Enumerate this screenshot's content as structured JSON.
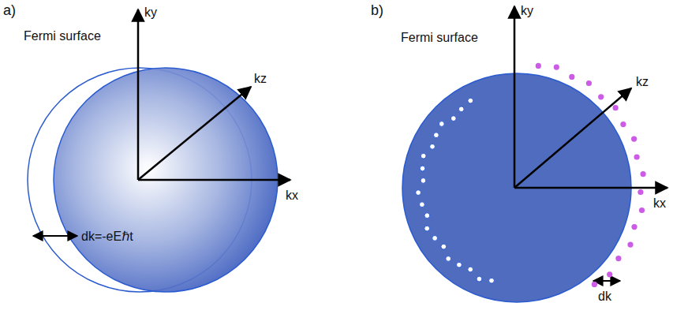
{
  "diagram": {
    "labels": [
      "a)",
      "ky",
      "Fermi surface",
      "kz",
      "kx",
      "dk=-eEℏt",
      "b)",
      "ky",
      "Fermi surface",
      "kz",
      "kx",
      "dk"
    ]
  }
}
